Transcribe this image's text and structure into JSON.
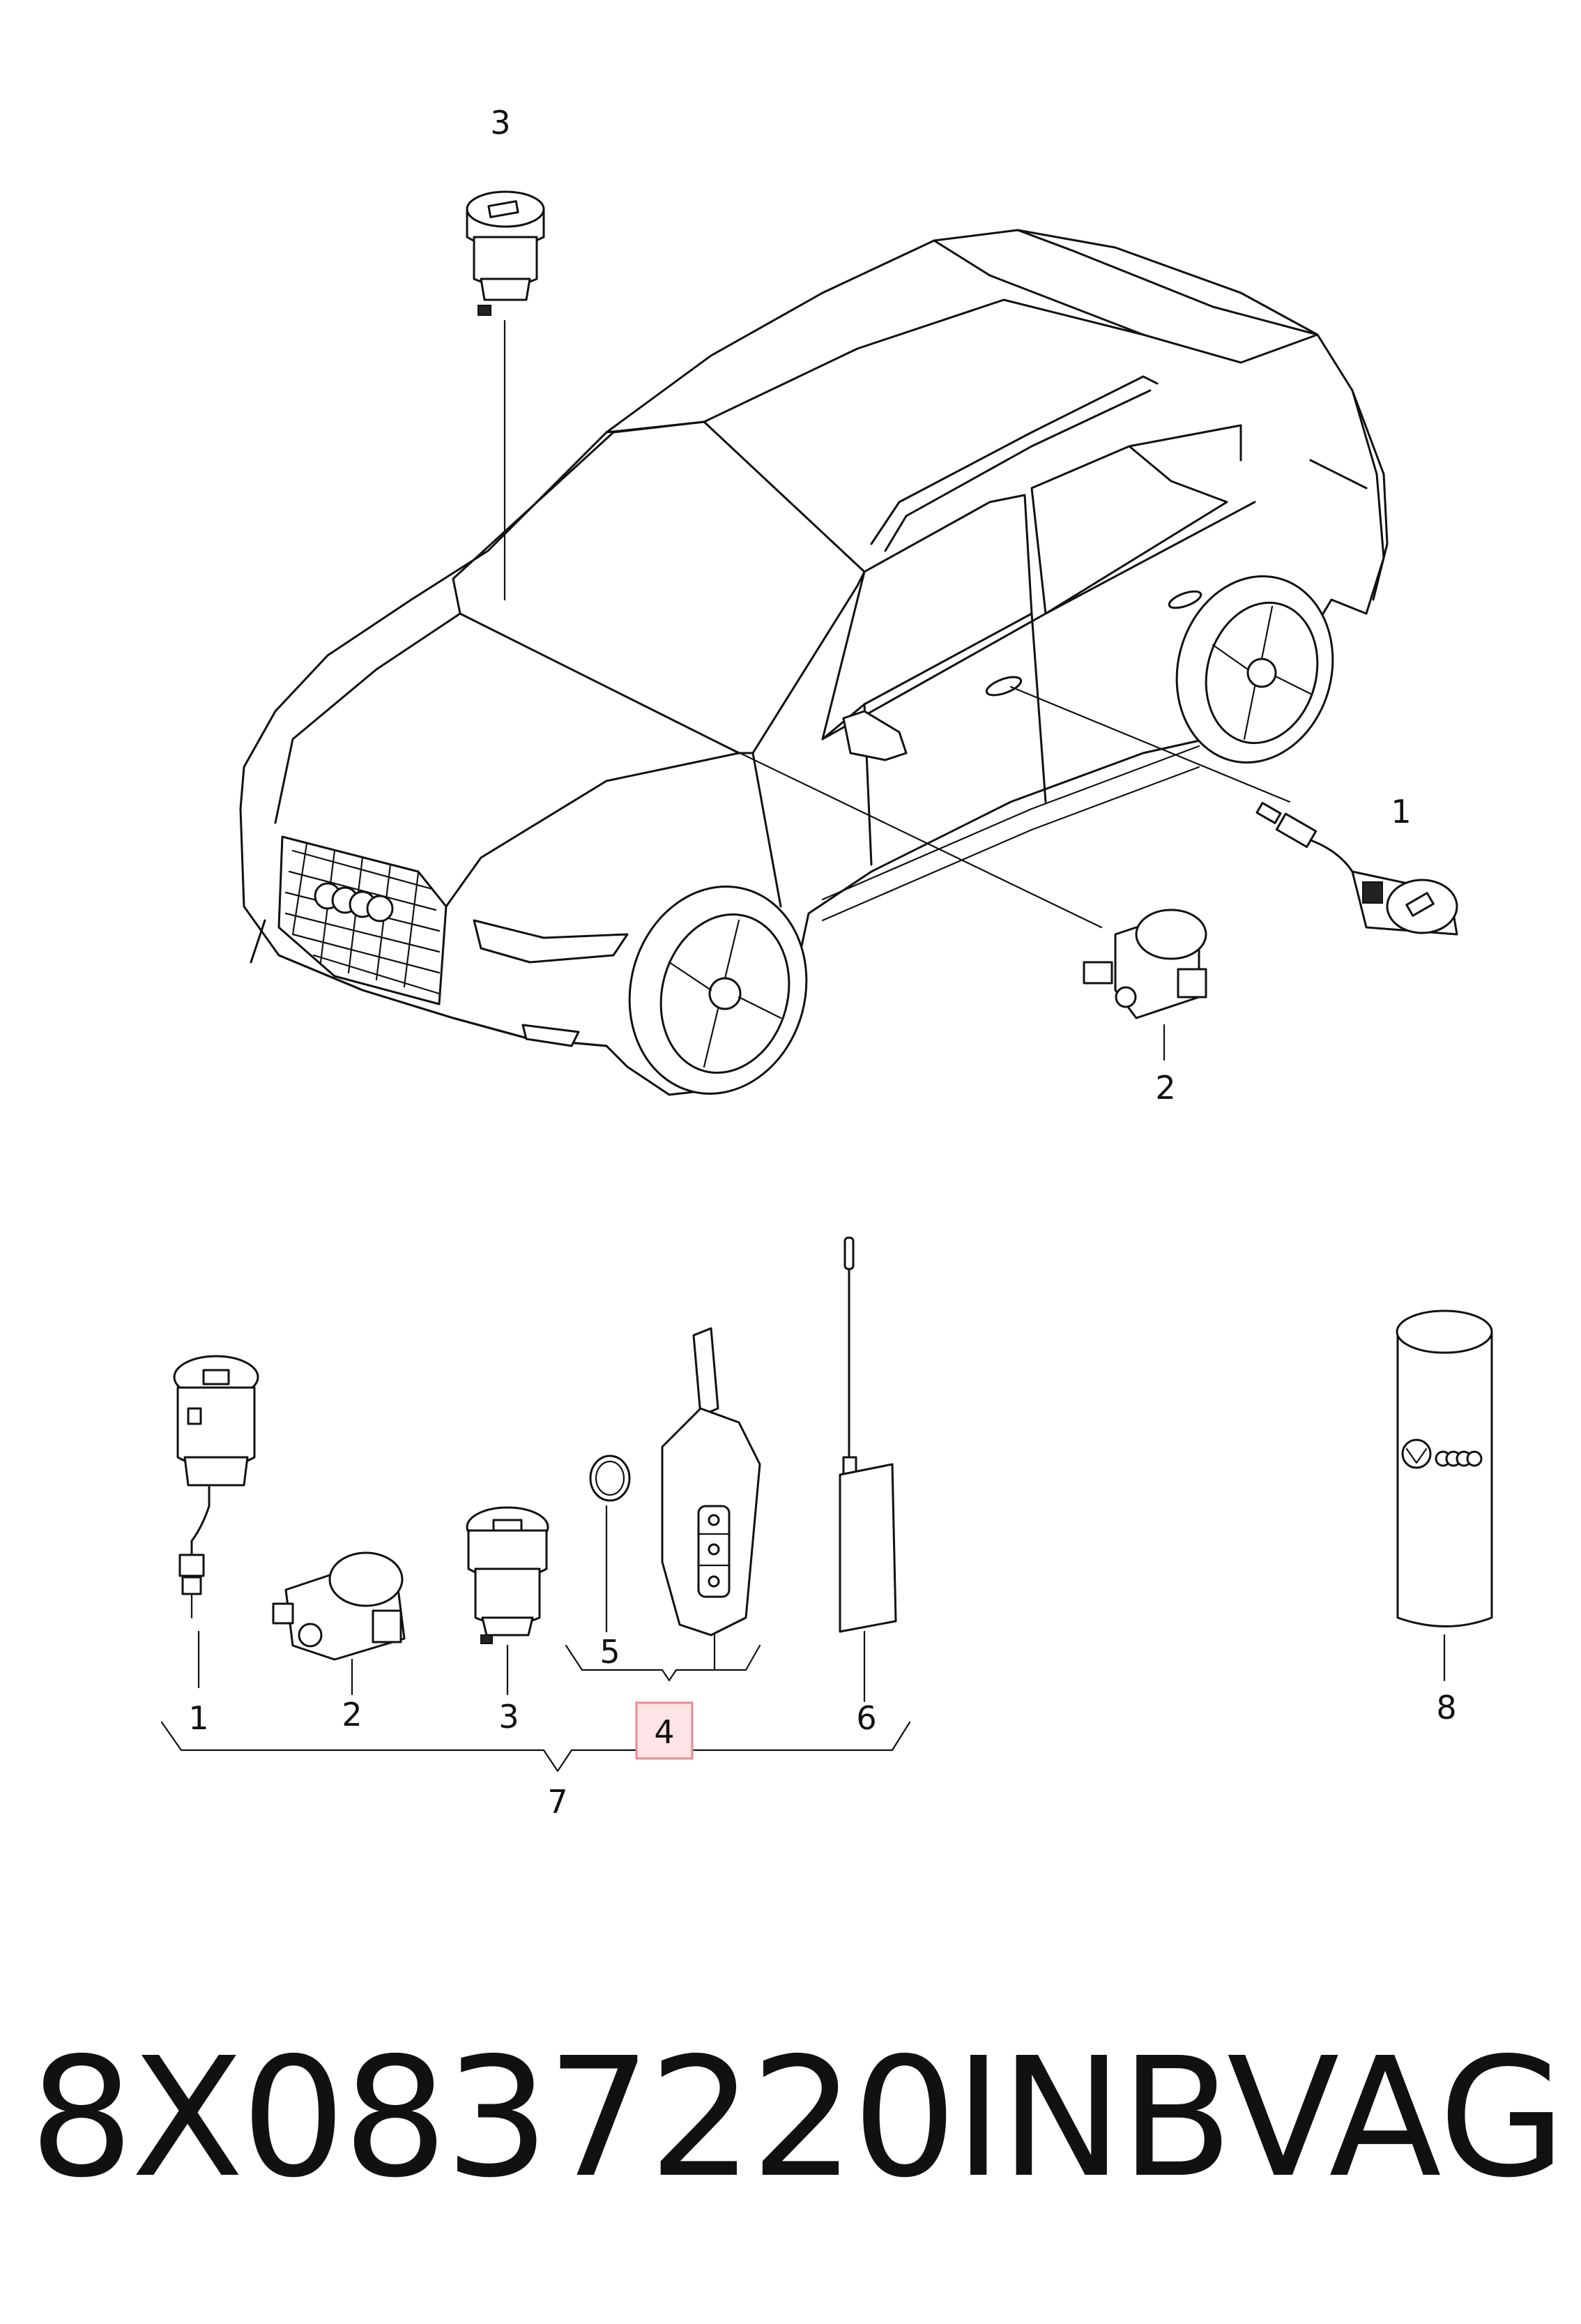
{
  "callouts": {
    "top_3": "3",
    "top_1": "1",
    "top_2": "2",
    "bot_1": "1",
    "bot_2": "2",
    "bot_3": "3",
    "bot_4": "4",
    "bot_5": "5",
    "bot_6": "6",
    "bot_7": "7",
    "bot_8": "8"
  },
  "footer": {
    "part_number": "8X0837220INB",
    "brand": "VAG"
  },
  "colors": {
    "line": "#111111",
    "highlight_fill": "#fde4e6",
    "highlight_stroke": "#e88a92"
  }
}
